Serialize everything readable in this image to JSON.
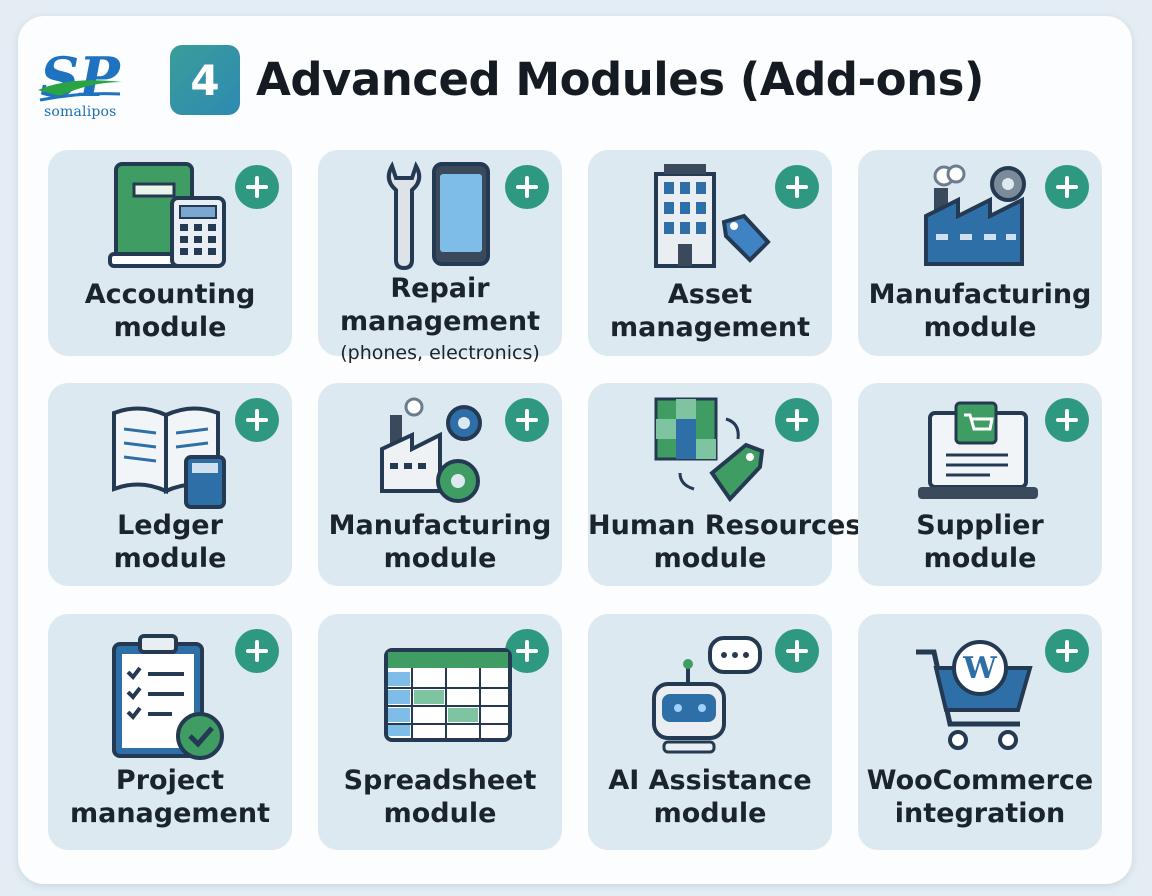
{
  "brand": {
    "logo_letters": "SP",
    "name": "somalipos"
  },
  "header": {
    "number": "4",
    "title": "Advanced Modules (Add-ons)"
  },
  "modules": [
    {
      "line1": "Accounting",
      "line2": "module",
      "icon": "ledger-calculator-icon"
    },
    {
      "line1": "Repair",
      "line2": "management",
      "sub": "(phones, electronics)",
      "icon": "wrench-phone-icon"
    },
    {
      "line1": "Asset",
      "line2": "management",
      "icon": "building-tag-icon"
    },
    {
      "line1": "Manufacturing",
      "line2": "module",
      "icon": "factory-gear-icon"
    },
    {
      "line1": "Ledger",
      "line2": "module",
      "icon": "open-book-calculator-icon"
    },
    {
      "line1": "Manufacturing",
      "line2": "module",
      "icon": "factory-gears-icon"
    },
    {
      "line1": "Human Resources",
      "line2": "module",
      "icon": "grid-tag-icon"
    },
    {
      "line1": "Supplier",
      "line2": "module",
      "icon": "laptop-cart-icon"
    },
    {
      "line1": "Project",
      "line2": "management",
      "icon": "clipboard-check-icon"
    },
    {
      "line1": "Spreadsheet",
      "line2": "module",
      "icon": "spreadsheet-icon"
    },
    {
      "line1": "AI Assistance",
      "line2": "module",
      "icon": "robot-chat-icon"
    },
    {
      "line1": "WooCommerce",
      "line2": "integration",
      "icon": "cart-wordpress-icon"
    }
  ],
  "colors": {
    "accent_green": "#2f9880",
    "card_bg": "#dde9f1",
    "badge": "#2d8ab1",
    "icon_blue": "#2f6fa8",
    "icon_green": "#3f9c63",
    "dark": "#243a52"
  }
}
